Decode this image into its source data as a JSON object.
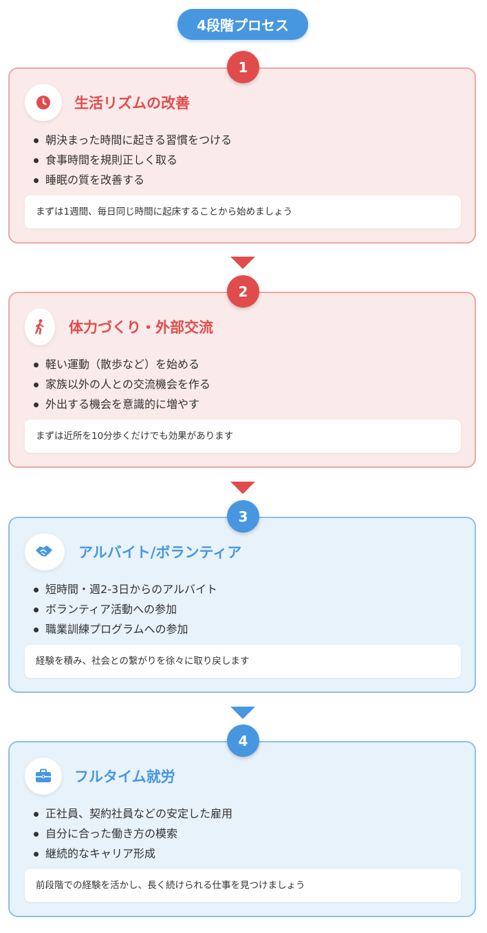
{
  "header": {
    "title": "4段階プロセス"
  },
  "colors": {
    "red": "#e04c4c",
    "blue": "#4797e0"
  },
  "stages": [
    {
      "number": "1",
      "icon": "clock-icon",
      "title": "生活リズムの改善",
      "items": [
        "朝決まった時間に起きる習慣をつける",
        "食事時間を規則正しく取る",
        "睡眠の質を改善する"
      ],
      "note": "まずは1週間、毎日同じ時間に起床することから始めましょう"
    },
    {
      "number": "2",
      "icon": "walking-person-icon",
      "title": "体力づくり・外部交流",
      "items": [
        "軽い運動（散歩など）を始める",
        "家族以外の人との交流機会を作る",
        "外出する機会を意識的に増やす"
      ],
      "note": "まずは近所を10分歩くだけでも効果があります"
    },
    {
      "number": "3",
      "icon": "handshake-icon",
      "title": "アルバイト/ボランティア",
      "items": [
        "短時間・週2-3日からのアルバイト",
        "ボランティア活動への参加",
        "職業訓練プログラムへの参加"
      ],
      "note": "経験を積み、社会との繋がりを徐々に取り戻します"
    },
    {
      "number": "4",
      "icon": "briefcase-icon",
      "title": "フルタイム就労",
      "items": [
        "正社員、契約社員などの安定した雇用",
        "自分に合った働き方の模索",
        "継続的なキャリア形成"
      ],
      "note": "前段階での経験を活かし、長く続けられる仕事を見つけましょう"
    }
  ]
}
